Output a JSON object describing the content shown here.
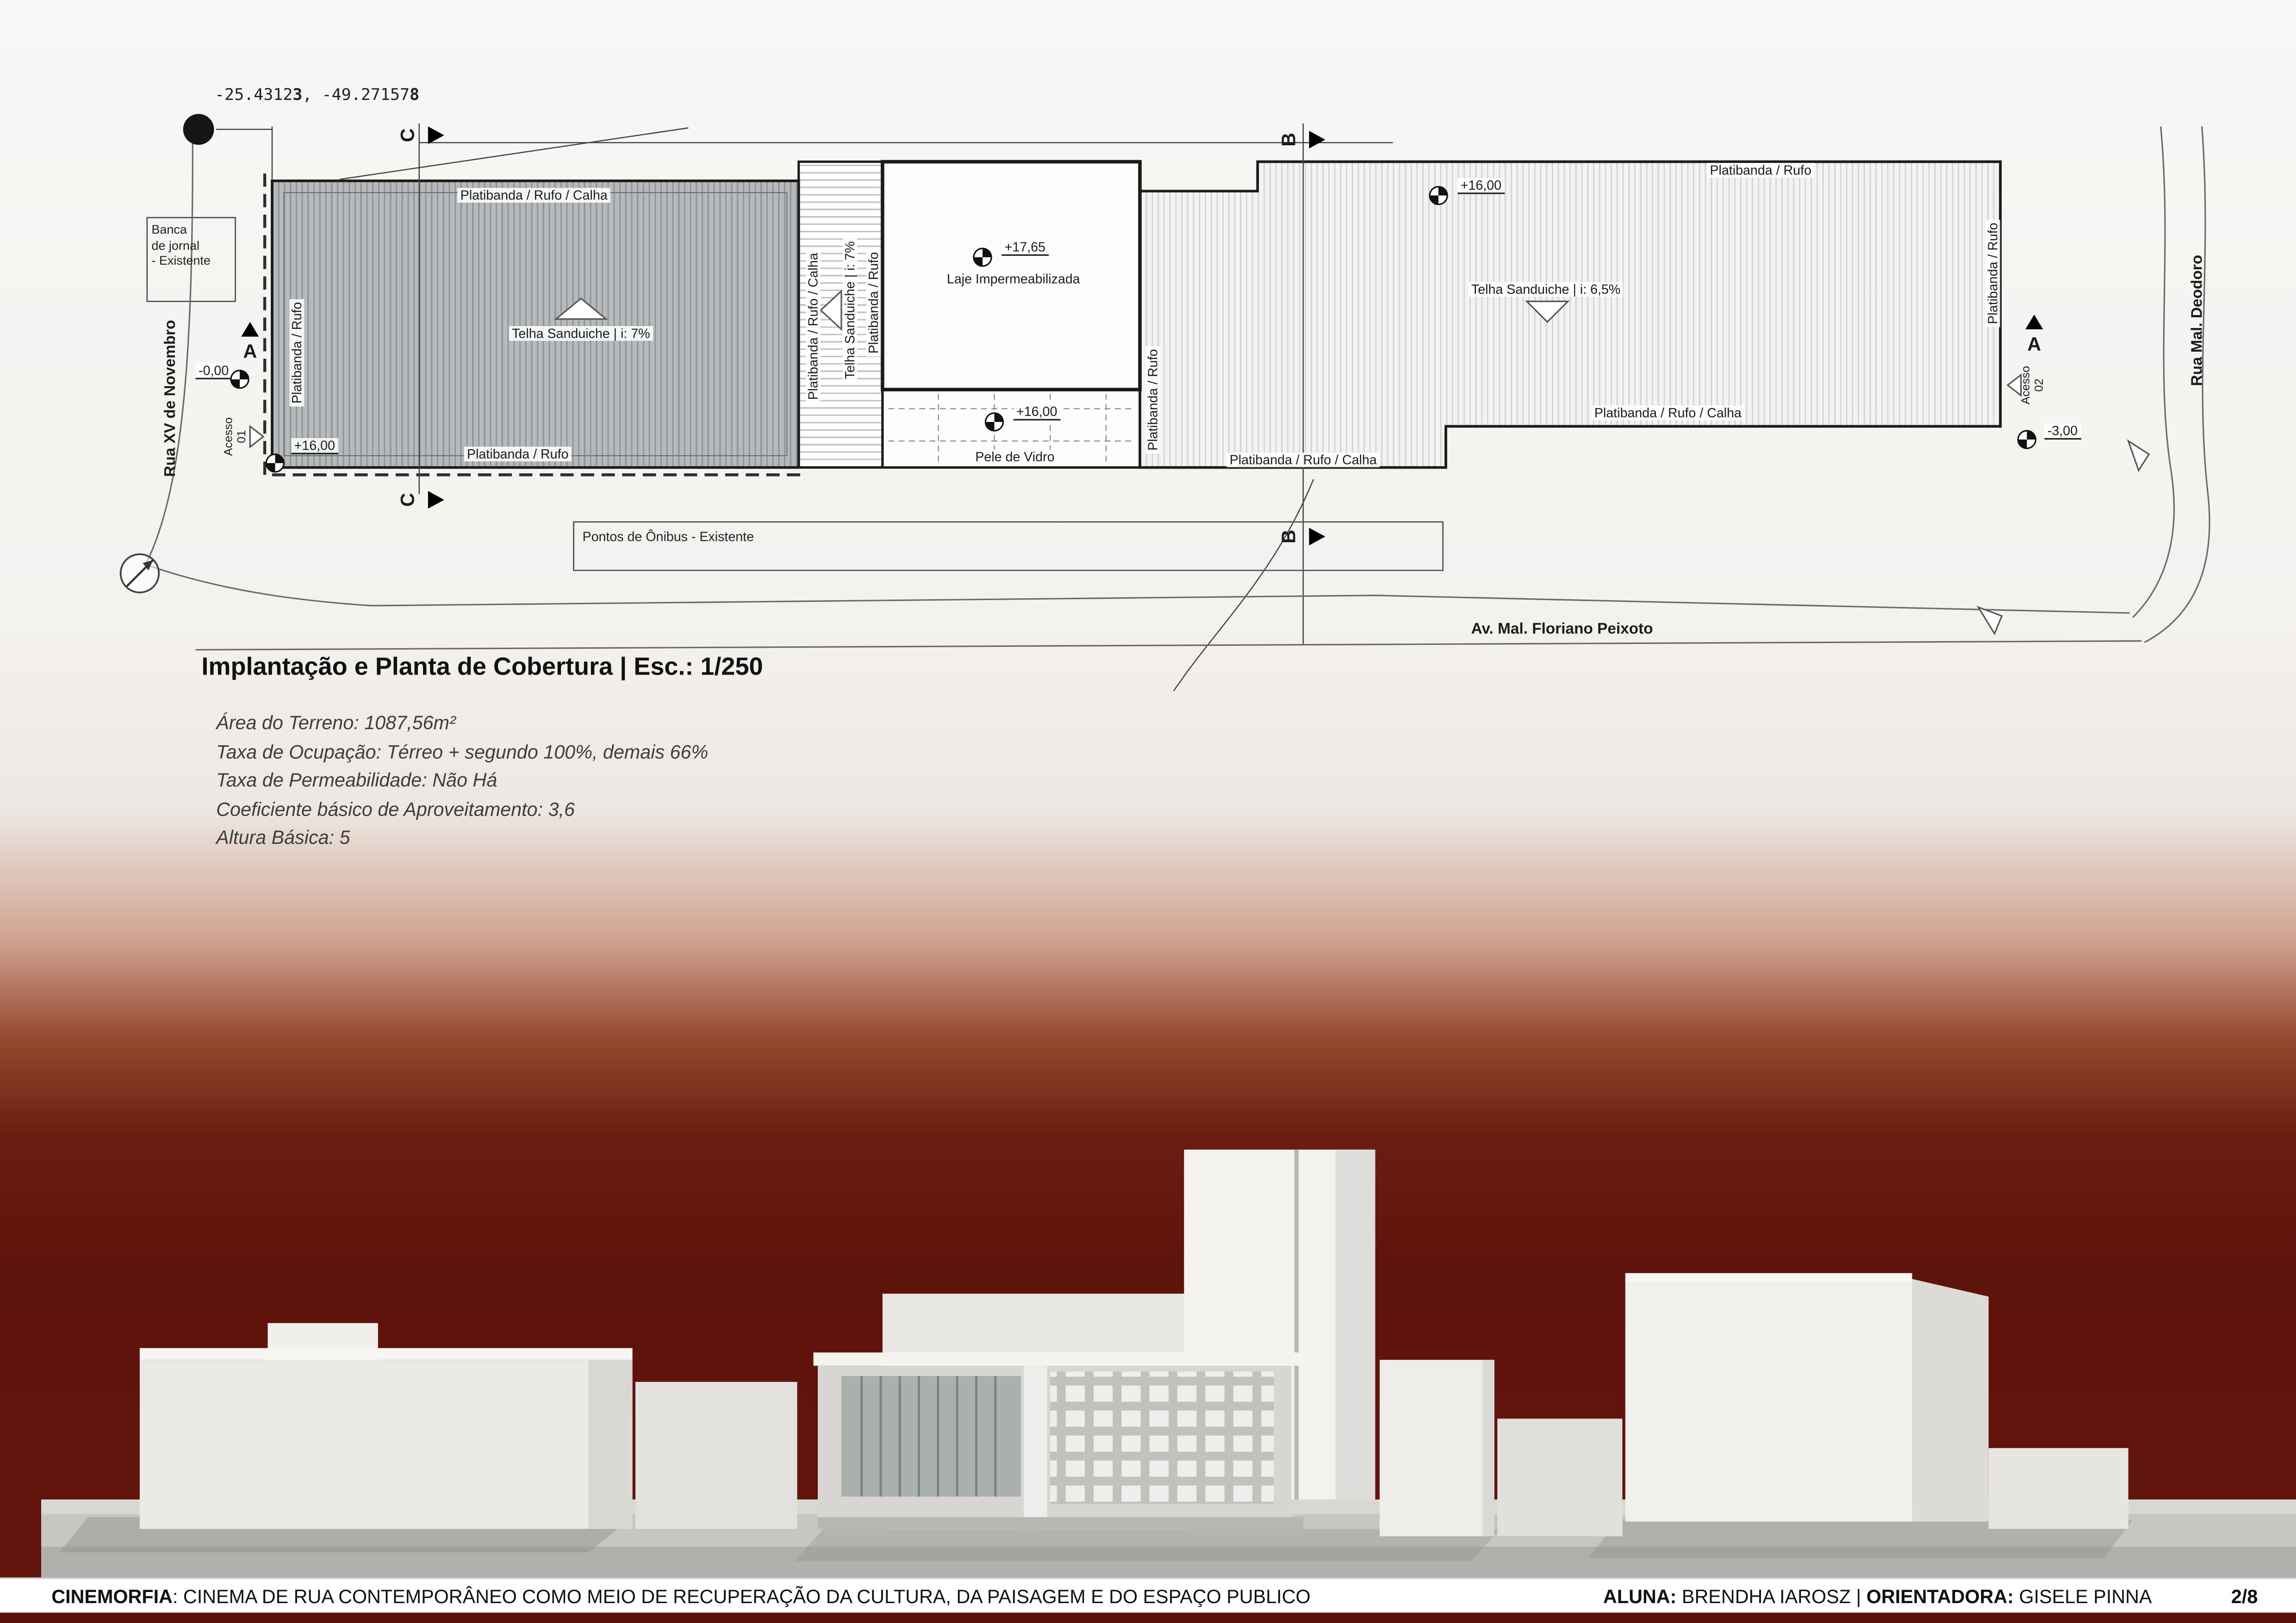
{
  "colors": {
    "maroon": "#5c120b",
    "roof_gray": "#b7babc",
    "ink": "#1c1c1c"
  },
  "geo": {
    "part1": "-25.4312",
    "bold1": "3",
    "part2": ", -49.27157",
    "bold2": "8"
  },
  "streets": {
    "left": "Rua XV de Novembro",
    "right": "Rua Mal. Deodoro",
    "avenue": "Av. Mal. Floriano Peixoto"
  },
  "plan": {
    "roof_left": {
      "top": "Platibanda / Rufo / Calha",
      "material": "Telha Sanduiche | i: 7%",
      "left": "Platibanda / Rufo",
      "bottom": "Platibanda / Rufo",
      "level": "+16,00"
    },
    "strip": {
      "left": "Platibanda / Rufo / Calha",
      "material": "Telha Sanduiche  | i: 7%",
      "right": "Platibanda / Rufo"
    },
    "laje": {
      "level": "+17,65",
      "label": "Laje Impermeabilizada"
    },
    "glass": {
      "level": "+16,00",
      "label": "Pele de Vidro"
    },
    "divider": "Platibanda / Rufo",
    "roof_right": {
      "level": "+16,00",
      "top": "Platibanda / Rufo",
      "material": "Telha Sanduiche | i: 6,5%",
      "right": "Platibanda / Rufo",
      "bottom_left": "Platibanda / Rufo / Calha",
      "bottom_right": "Platibanda / Rufo / Calha"
    },
    "levels": {
      "street_left": "-0,00",
      "street_right": "-3,00"
    },
    "access": {
      "a1": "Acesso\n01",
      "a2": "Acesso\n02"
    },
    "existing": {
      "kiosk": "Banca\nde jornal\n- Existente",
      "bus": "Pontos de Ônibus - Existente"
    },
    "sections": {
      "c": "C",
      "b": "B",
      "a": "A"
    }
  },
  "title_block": {
    "title": "Implantação e Planta de Cobertura | Esc.: 1/250",
    "info": [
      "Área do Terreno: 1087,56m²",
      "Taxa de Ocupação: Térreo + segundo 100%, demais 66%",
      "Taxa de Permeabilidade:  Não Há",
      "Coeficiente básico de Aproveitamento: 3,6",
      "Altura Básica: 5"
    ]
  },
  "footer": {
    "project_name": "CINEMORFIA",
    "project_rest": ": CINEMA DE RUA CONTEMPORÂNEO COMO MEIO DE RECUPERAÇÃO DA CULTURA, DA PAISAGEM E DO ESPAÇO PUBLICO",
    "student_label": "ALUNA:",
    "student": "BRENDHA IAROSZ",
    "divider": "|",
    "advisor_label": "ORIENTADORA:",
    "advisor": "GISELE PINNA",
    "page": "2/8"
  }
}
